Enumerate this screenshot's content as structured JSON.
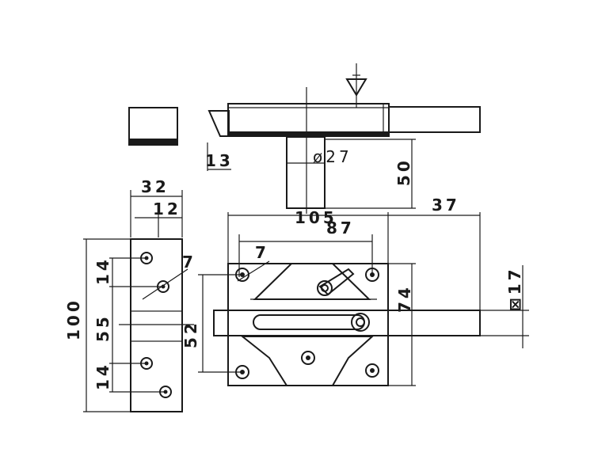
{
  "dimensions": {
    "d13": "13",
    "d27": "ø27",
    "d50": "50",
    "d32": "32",
    "d12": "12",
    "d105": "105",
    "d87": "87",
    "d37": "37",
    "d7_left": "7",
    "d7_plate": "7",
    "d100": "100",
    "d14_top": "14",
    "d55": "55",
    "d14_bottom": "14",
    "d52": "52",
    "d74": "74",
    "d17": "⊠17"
  }
}
